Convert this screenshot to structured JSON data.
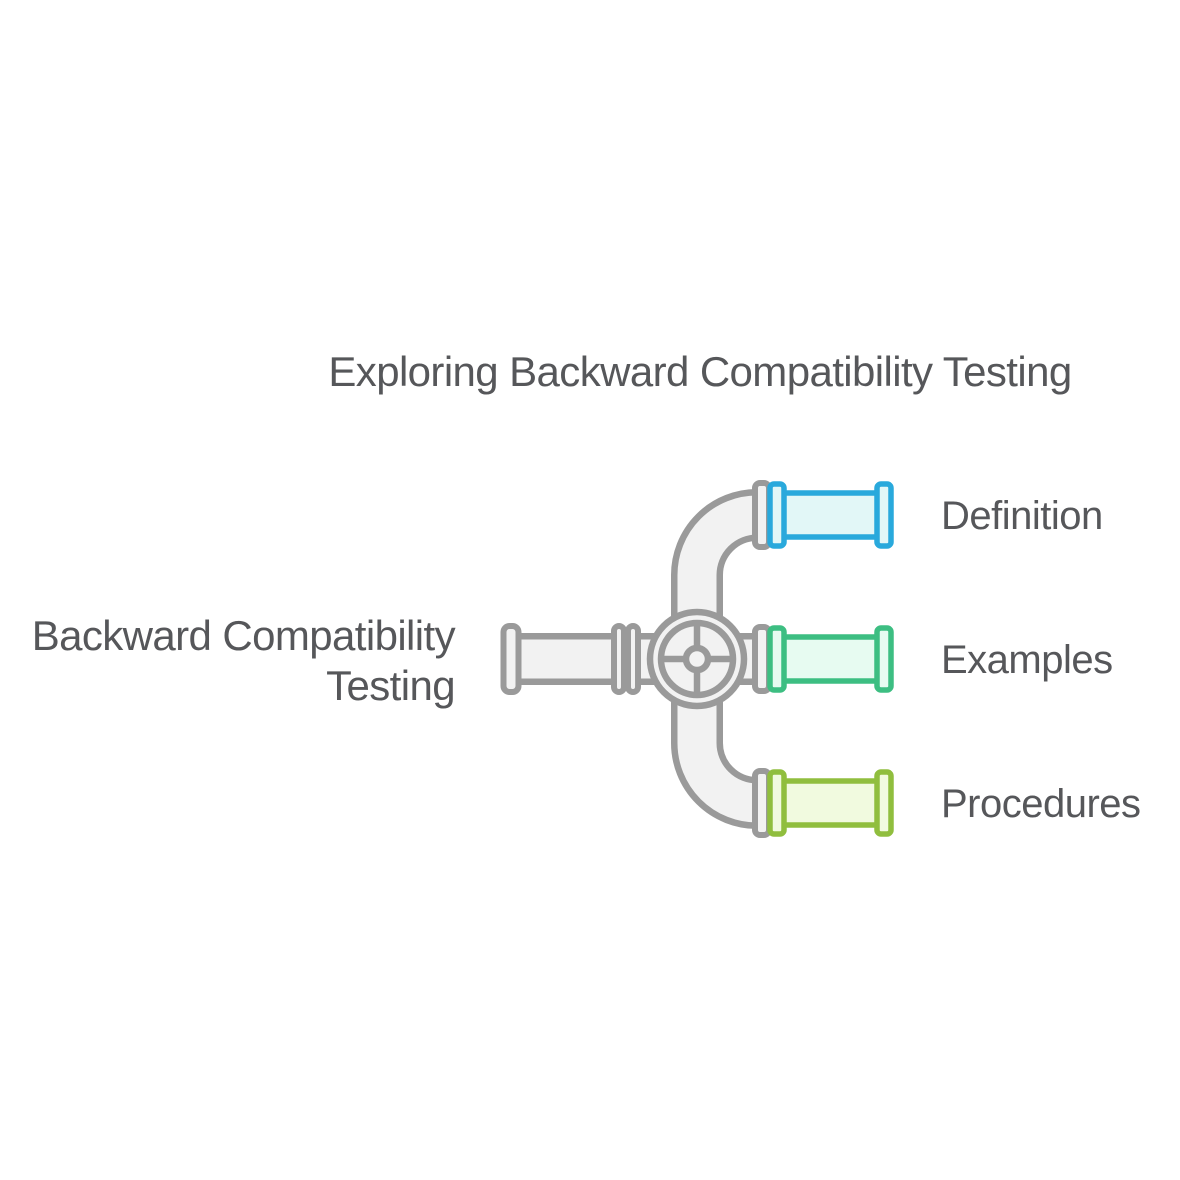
{
  "title": "Exploring Backward Compatibility Testing",
  "root": {
    "label_line1": "Backward Compatibility",
    "label_line2": "Testing"
  },
  "branches": [
    {
      "label": "Definition",
      "stroke": "#29A9DC",
      "fill": "#E2F7F7"
    },
    {
      "label": "Examples",
      "stroke": "#3DBE82",
      "fill": "#E7FBF1"
    },
    {
      "label": "Procedures",
      "stroke": "#90BE3E",
      "fill": "#F1FADF"
    }
  ],
  "pipe": {
    "stroke": "#9A9A9A",
    "fill": "#F2F2F2"
  },
  "text_color": "#56575A",
  "background": "#FFFFFF"
}
